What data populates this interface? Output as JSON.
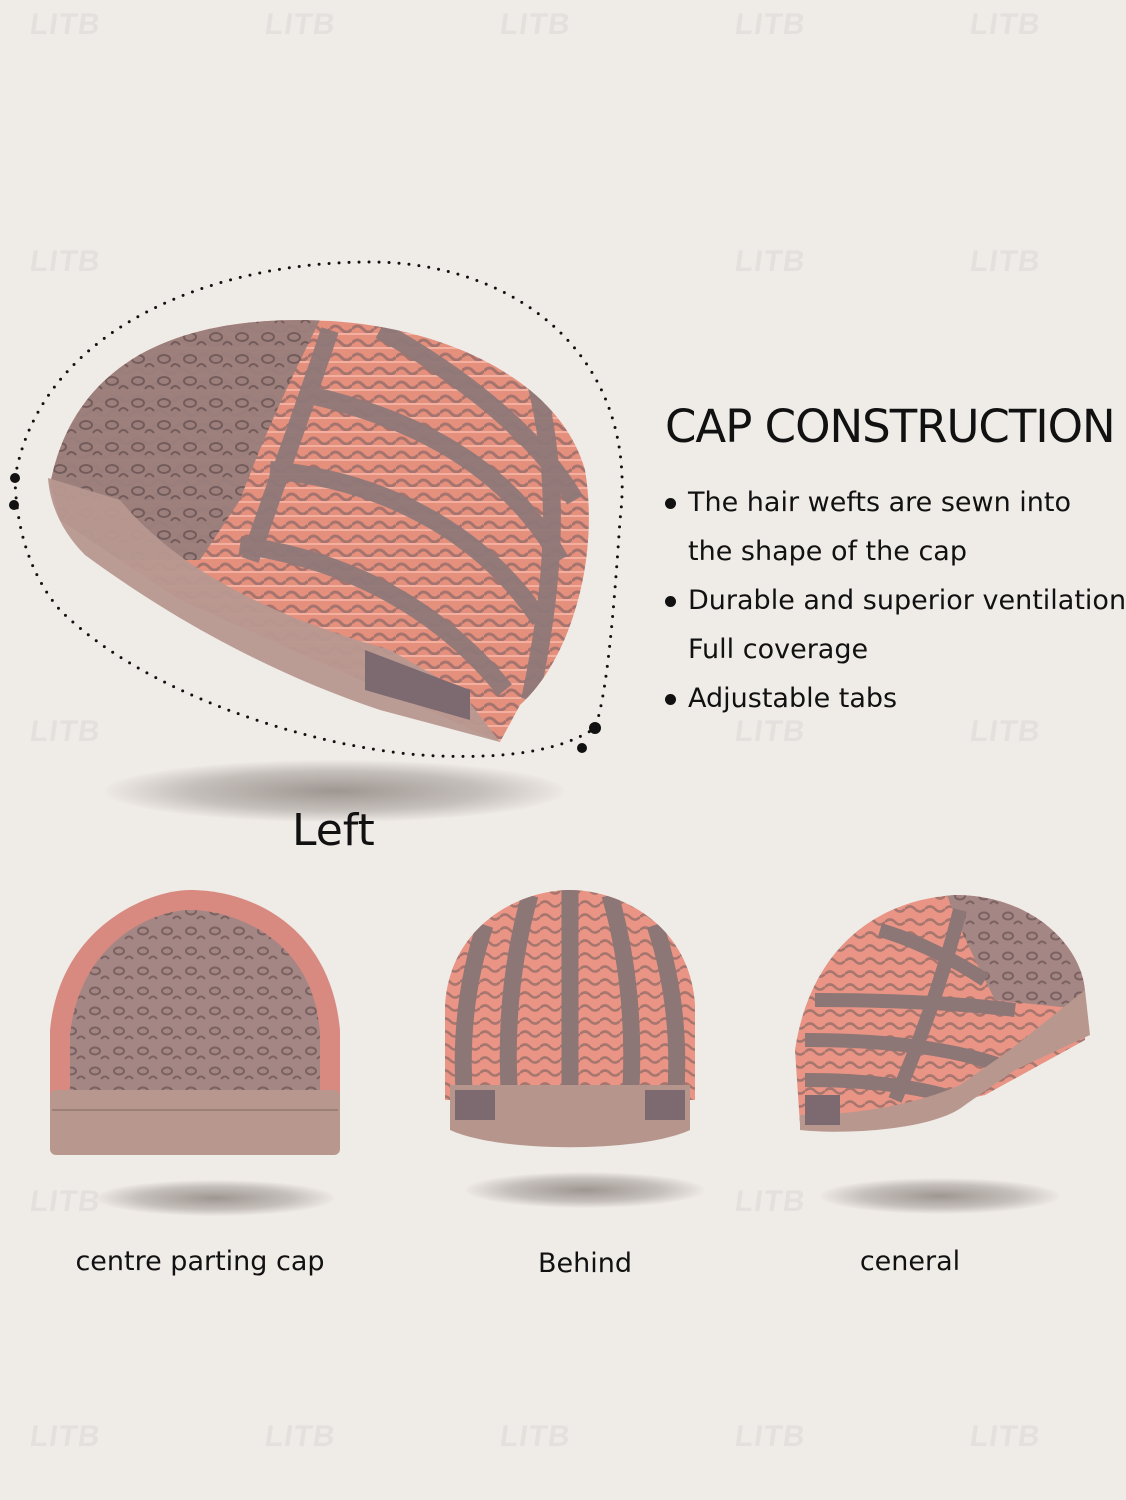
{
  "watermark": "LITB",
  "heading": "CAP CONSTRUCTION",
  "features": [
    "The hair wefts are sewn into",
    "the shape of the cap",
    "Durable and superior ventilation",
    "Full coverage",
    "Adjustable tabs"
  ],
  "views": {
    "left": "Left",
    "centre": "centre parting cap",
    "behind": "Behind",
    "general": "ceneral"
  },
  "colors": {
    "background": "#efebe7",
    "hair": "#e8907e",
    "lace": "#8e7272",
    "band": "#b09088"
  }
}
